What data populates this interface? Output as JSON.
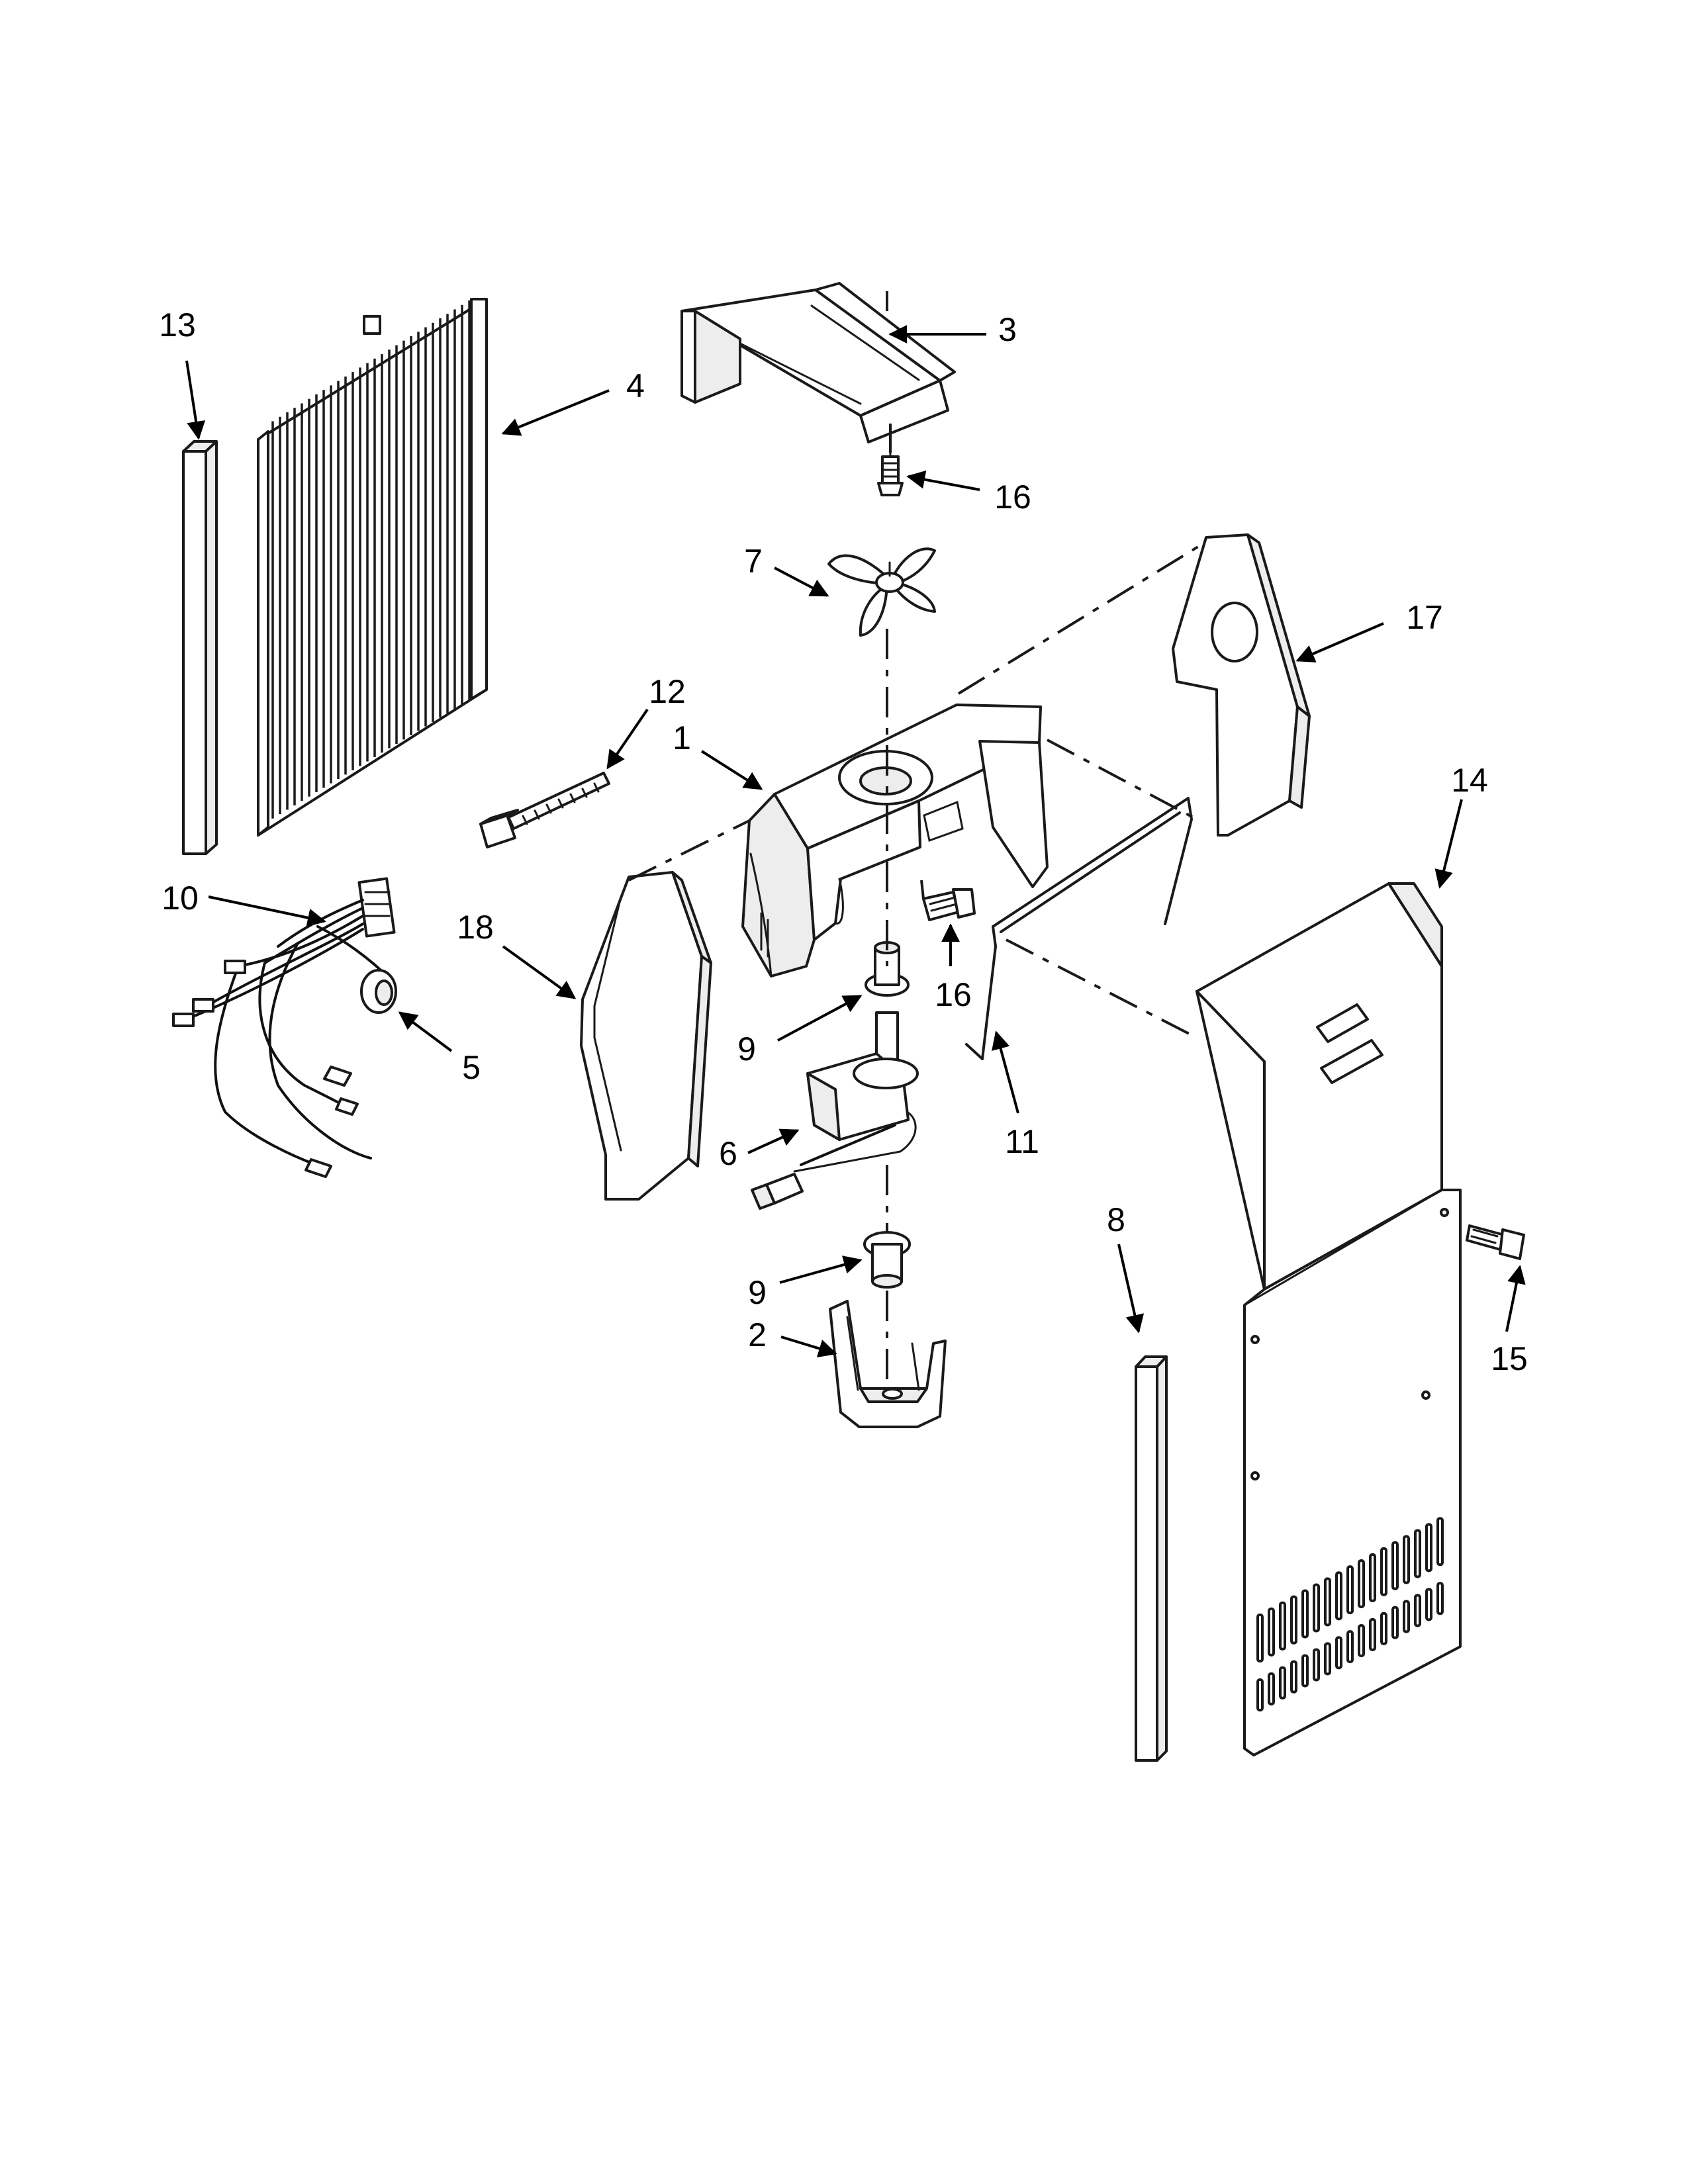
{
  "callouts": {
    "c1": "1",
    "c2": "2",
    "c3": "3",
    "c4": "4",
    "c5": "5",
    "c6": "6",
    "c7": "7",
    "c8": "8",
    "c9a": "9",
    "c9b": "9",
    "c10": "10",
    "c11": "11",
    "c12": "12",
    "c13": "13",
    "c14": "14",
    "c15": "15",
    "c16a": "16",
    "c16b": "16",
    "c17": "17",
    "c18": "18"
  },
  "colors": {
    "line": "#1a1a1a",
    "background": "#ffffff",
    "shade": "#ededed"
  }
}
